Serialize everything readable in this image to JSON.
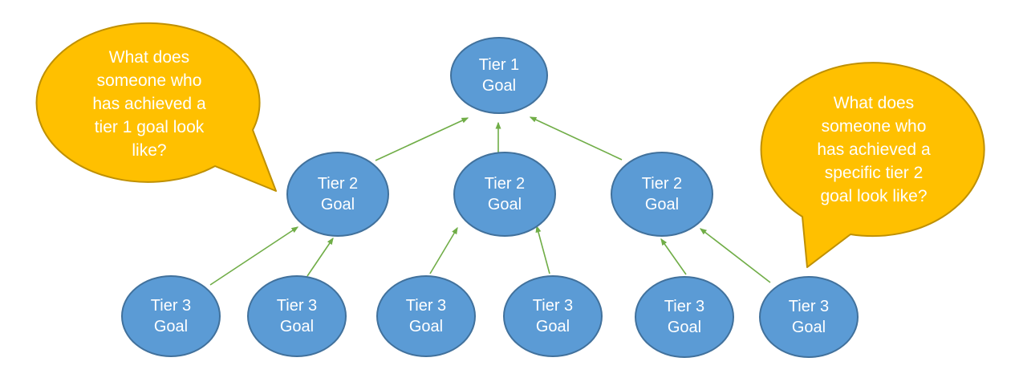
{
  "diagram": {
    "colors": {
      "node_fill": "#5B9BD5",
      "node_border": "#41719C",
      "node_text": "#FFFFFF",
      "bubble_fill": "#FFC000",
      "bubble_border": "#BF9000",
      "bubble_text": "#FFFFFF",
      "arrow": "#70AD47",
      "background": "#FFFFFF"
    },
    "nodes": {
      "tier1": {
        "label": "Tier 1\nGoal"
      },
      "tier2": [
        {
          "label": "Tier 2\nGoal"
        },
        {
          "label": "Tier 2\nGoal"
        },
        {
          "label": "Tier 2\nGoal"
        }
      ],
      "tier3": [
        {
          "label": "Tier 3\nGoal"
        },
        {
          "label": "Tier 3\nGoal"
        },
        {
          "label": "Tier 3\nGoal"
        },
        {
          "label": "Tier 3\nGoal"
        },
        {
          "label": "Tier 3\nGoal"
        },
        {
          "label": "Tier 3\nGoal"
        }
      ]
    },
    "edges": [
      {
        "from": "tier2-goal-1",
        "to": "tier1-goal"
      },
      {
        "from": "tier2-goal-2",
        "to": "tier1-goal"
      },
      {
        "from": "tier2-goal-3",
        "to": "tier1-goal"
      },
      {
        "from": "tier3-goal-1",
        "to": "tier2-goal-1"
      },
      {
        "from": "tier3-goal-2",
        "to": "tier2-goal-1"
      },
      {
        "from": "tier3-goal-3",
        "to": "tier2-goal-2"
      },
      {
        "from": "tier3-goal-4",
        "to": "tier2-goal-2"
      },
      {
        "from": "tier3-goal-5",
        "to": "tier2-goal-3"
      },
      {
        "from": "tier3-goal-6",
        "to": "tier2-goal-3"
      }
    ],
    "callouts": {
      "left": {
        "text": "What does\nsomeone who\nhas achieved a\ntier 1 goal look\nlike?"
      },
      "right": {
        "text": "What does\nsomeone who\nhas achieved a\nspecific tier 2\ngoal look like?"
      }
    }
  }
}
